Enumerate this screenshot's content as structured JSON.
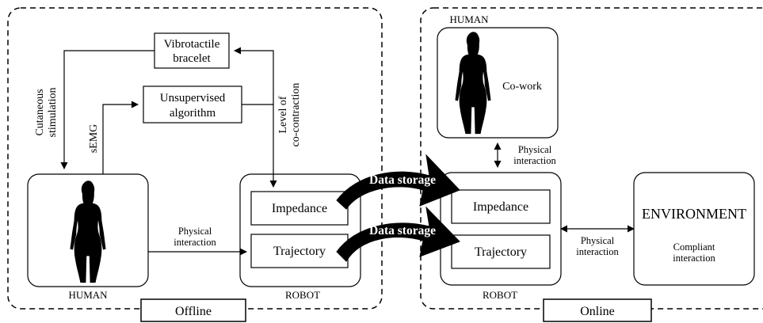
{
  "offline": {
    "vibrotactile": [
      "Vibrotactile",
      "bracelet"
    ],
    "unsupervised": [
      "Unsupervised",
      "algorithm"
    ],
    "cutaneous": [
      "Cutaneous",
      "stimulation"
    ],
    "semg": "sEMG",
    "level": [
      "Level of",
      "co-contraction"
    ],
    "physical_interaction": [
      "Physical",
      "interaction"
    ],
    "human_label": "HUMAN",
    "robot_label": "ROBOT",
    "impedance": "Impedance",
    "trajectory": "Trajectory",
    "mode_label": "Offline"
  },
  "transfer": {
    "data_storage_1": "Data storage",
    "data_storage_2": "Data storage"
  },
  "online": {
    "human_label": "HUMAN",
    "cowork": "Co-work",
    "physical_interaction_v": [
      "Physical",
      "interaction"
    ],
    "impedance": "Impedance",
    "trajectory": "Trajectory",
    "robot_label": "ROBOT",
    "physical_interaction_h": [
      "Physical",
      "interaction"
    ],
    "environment": "ENVIRONMENT",
    "compliant": [
      "Compliant",
      "interaction"
    ],
    "mode_label": "Online"
  },
  "colors": {
    "line": "#000000",
    "fill": "#ffffff",
    "arrow": "#000000"
  },
  "icons": [
    "human-silhouette-icon",
    "human-silhouette-icon"
  ]
}
